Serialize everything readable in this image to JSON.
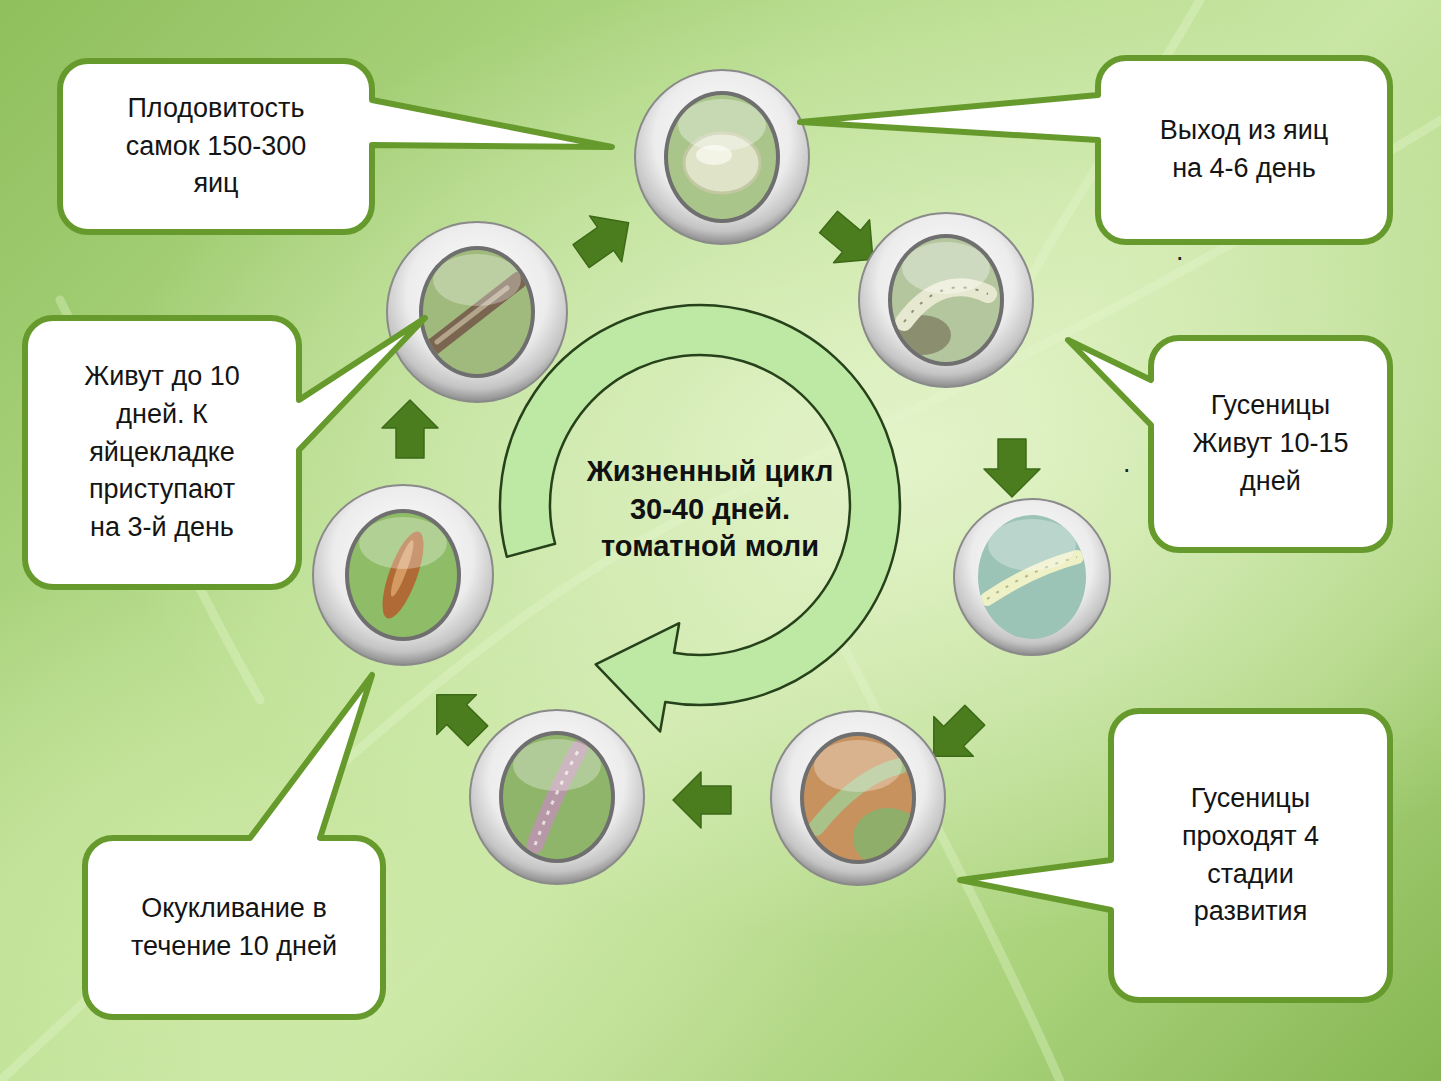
{
  "diagram": {
    "title": "Жизненный цикл 30-40 дней. томатной моли",
    "nodes": [
      {
        "text": [
          "Плодовитость самок 150-300 яиц"
        ]
      },
      {
        "text": [
          "Выход из яиц на 4-6 день"
        ]
      },
      {
        "text": [
          "Живут до 10 дней. К яйцекладке приступают на 3-й день"
        ]
      },
      {
        "text": [
          "Гусеницы Живут 10-15 дней"
        ]
      },
      {
        "text": [
          "Гусеницы проходят 4 стадии развития"
        ]
      },
      {
        "text": [
          "Окукливание в течение 10 дней"
        ]
      }
    ],
    "labels": [
      ".",
      "."
    ]
  }
}
